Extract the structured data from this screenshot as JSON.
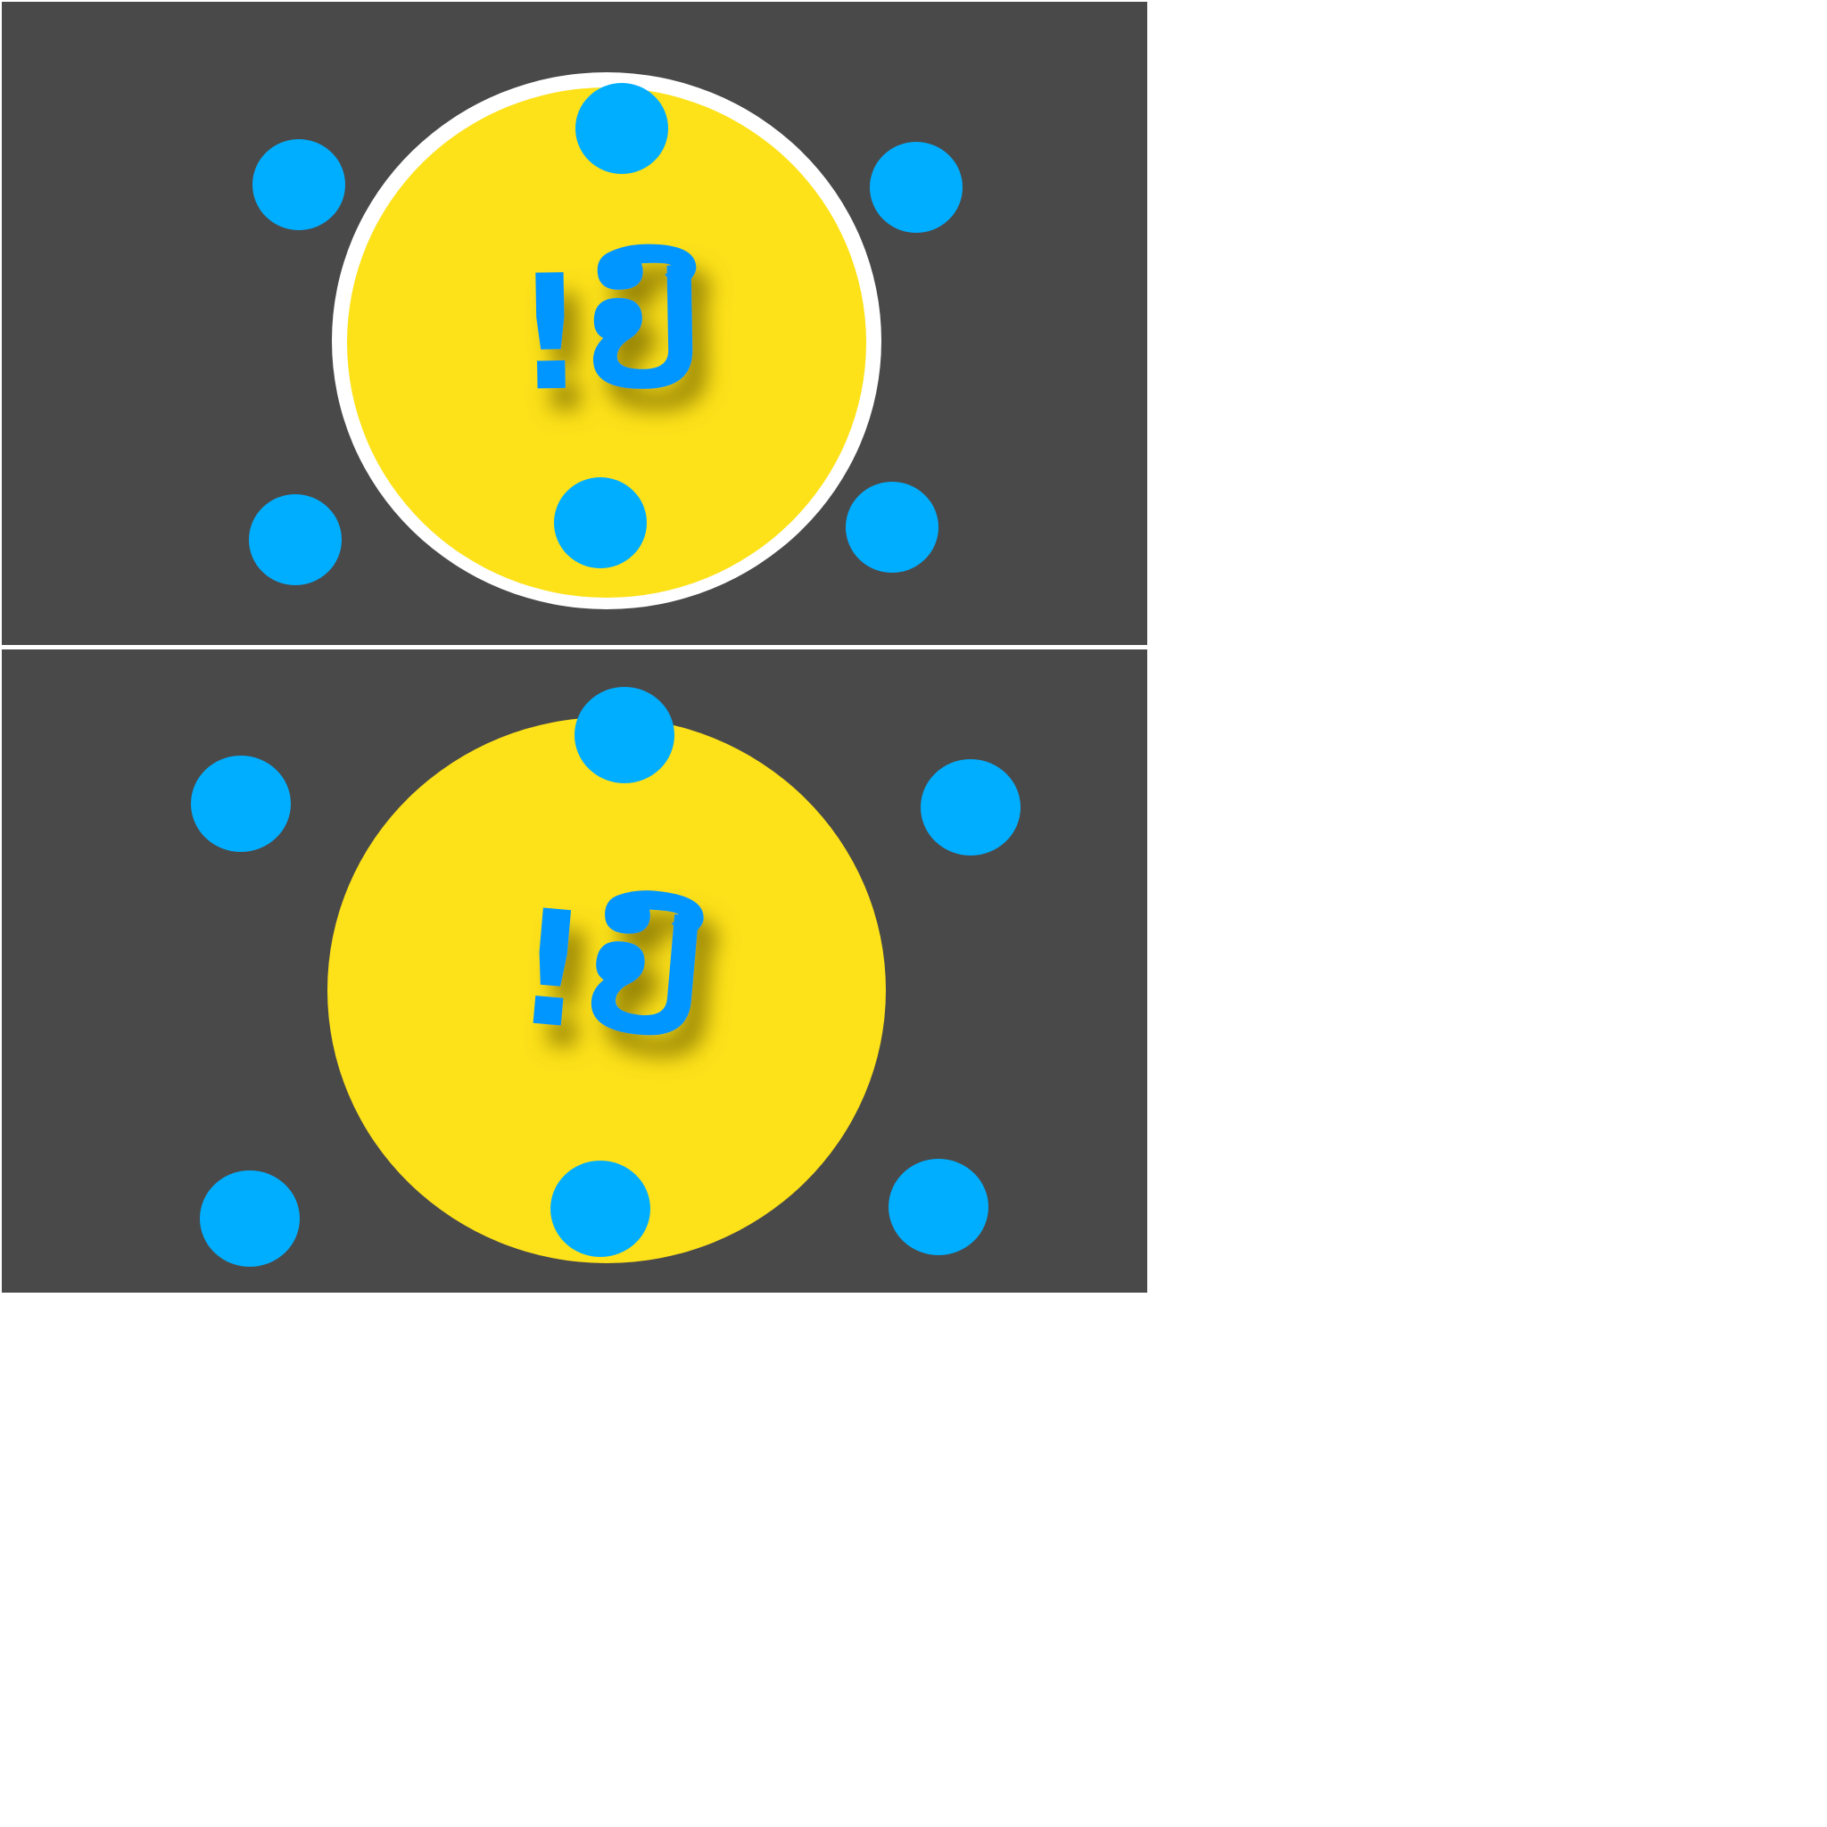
{
  "game": {
    "panels": [
      {
        "id": "panel-top",
        "state": "selected",
        "logo_text": "!ປົ",
        "token_count": 6
      },
      {
        "id": "panel-bottom",
        "state": "unselected",
        "logo_text": "!ປົ",
        "token_count": 6
      }
    ]
  },
  "colors": {
    "background": "#494949",
    "board": "#fde119",
    "board_outline": "#ffffff",
    "token": "#00aeff",
    "logo": "#0096ff",
    "logo_shadow": "#7a6a00"
  },
  "icons": {
    "token": "circle-token-icon",
    "logo": "text-logo-icon"
  }
}
